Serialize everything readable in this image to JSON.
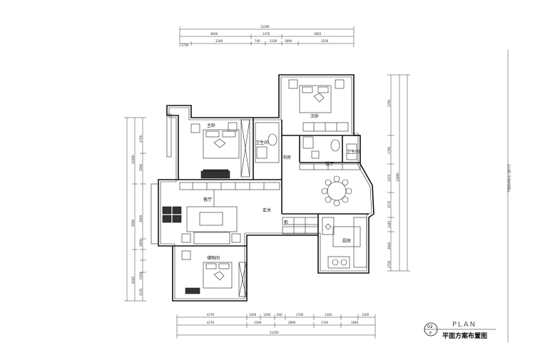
{
  "rooms": {
    "master_bedroom": "次卧",
    "study": "书房",
    "second_bedroom": "主卧",
    "living_room": "客厅",
    "dining": "餐厅",
    "kitchen": "厨房",
    "bathroom1": "卫生间",
    "bathroom2": "卫生间",
    "storage": "储物间",
    "entry": "玄关",
    "cabinet": "柜"
  },
  "title_block": {
    "english": "PLAN",
    "chinese": "平面方案布置图",
    "number": "02",
    "sub": "P"
  },
  "dims": {
    "top_total": "12290",
    "top_row2": [
      "4640",
      "1470",
      "3850"
    ],
    "top_row3": [
      "1730",
      "3340",
      "740",
      "1100",
      "1890",
      "3100"
    ],
    "bottom_row1": [
      "4370",
      "3390",
      "1200",
      "640",
      "1700",
      "1340",
      "1300"
    ],
    "bottom_row2": [
      "4370",
      "3390",
      "2890",
      "1740",
      "1940"
    ],
    "bottom_total": "11450",
    "left_col1": [
      "4700",
      "3590",
      "3900",
      "2800",
      "5350",
      "2150"
    ],
    "left_col2": [
      "10460",
      "5690",
      "4040"
    ],
    "right_col1": [
      "3790",
      "1790",
      "1470",
      "1570",
      "1440",
      "3640",
      "2700"
    ],
    "right_col2": [
      "12890"
    ],
    "far_right_note": "平面图未标注门窗尺寸"
  }
}
